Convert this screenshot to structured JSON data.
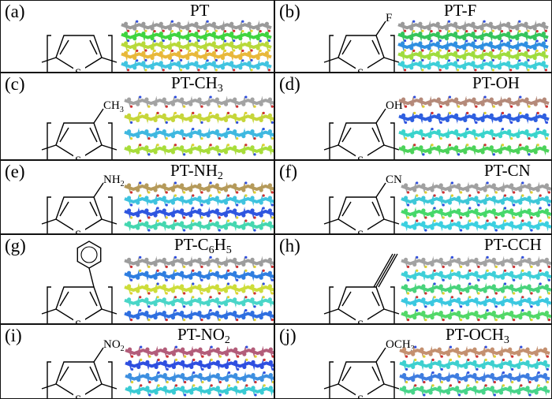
{
  "panels": [
    {
      "label": "(a)",
      "title": "PT",
      "sub": "",
      "title_tail": "",
      "substituent": "",
      "side": "",
      "chain_colors": [
        "#9a9a9a",
        "#3fd43f",
        "#b8d93a",
        "#e8b83a",
        "#41c4e0"
      ]
    },
    {
      "label": "(b)",
      "title": "PT-F",
      "sub": "",
      "title_tail": "",
      "substituent": "F",
      "side": "",
      "chain_colors": [
        "#9a9a9a",
        "#35c45b",
        "#2f8fe0",
        "#9fdc3e",
        "#3ecfd8"
      ]
    },
    {
      "label": "(c)",
      "title": "PT-CH",
      "sub": "3",
      "title_tail": "",
      "substituent": "CH",
      "substituent_sub": "3",
      "side": "",
      "chain_colors": [
        "#a3a3a3",
        "#c6d63a",
        "#3fb8e0",
        "#a8dd3b"
      ]
    },
    {
      "label": "(d)",
      "title": "PT-OH",
      "sub": "",
      "title_tail": "",
      "substituent": "OH",
      "side": "",
      "chain_colors": [
        "#b58a7a",
        "#2e5fe0",
        "#3ad4cc",
        "#4cd35a"
      ]
    },
    {
      "label": "(e)",
      "title": "PT-NH",
      "sub": "2",
      "title_tail": "",
      "substituent": "NH",
      "substituent_sub": "2",
      "side": "",
      "chain_colors": [
        "#b59a5a",
        "#3fc3df",
        "#2f56e0",
        "#45d7b0"
      ]
    },
    {
      "label": "(f)",
      "title": "PT-CN",
      "sub": "",
      "title_tail": "",
      "substituent": "CN",
      "side": "",
      "chain_colors": [
        "#a0a0a0",
        "#3ec8d8",
        "#46d86a",
        "#3bd0e0"
      ]
    },
    {
      "label": "(g)",
      "title": "PT-C",
      "sub": "6",
      "title_tail": "H",
      "title_tail_sub": "5",
      "substituent": "",
      "side": "phenyl",
      "chain_colors": [
        "#9d9d9d",
        "#2f7ee0",
        "#cddd3a",
        "#4ad6c8",
        "#2f6fe0"
      ]
    },
    {
      "label": "(h)",
      "title": "PT-CCH",
      "sub": "",
      "title_tail": "",
      "substituent": "",
      "side": "alkyne",
      "chain_colors": [
        "#a3a3a3",
        "#3fd0d8",
        "#48d37b",
        "#3bc8e0",
        "#52d868"
      ]
    },
    {
      "label": "(i)",
      "title": "PT-NO",
      "sub": "2",
      "title_tail": "",
      "substituent": "NO",
      "substituent_sub": "2",
      "side": "",
      "chain_colors": [
        "#b35d7a",
        "#2f4fe0",
        "#3d8fe0",
        "#3acbd4"
      ]
    },
    {
      "label": "(j)",
      "title": "PT-OCH",
      "sub": "3",
      "title_tail": "",
      "substituent": "OCH",
      "substituent_sub": "3",
      "side": "",
      "chain_colors": [
        "#c49070",
        "#3ed0cf",
        "#3f7de0",
        "#48d58a"
      ]
    }
  ]
}
